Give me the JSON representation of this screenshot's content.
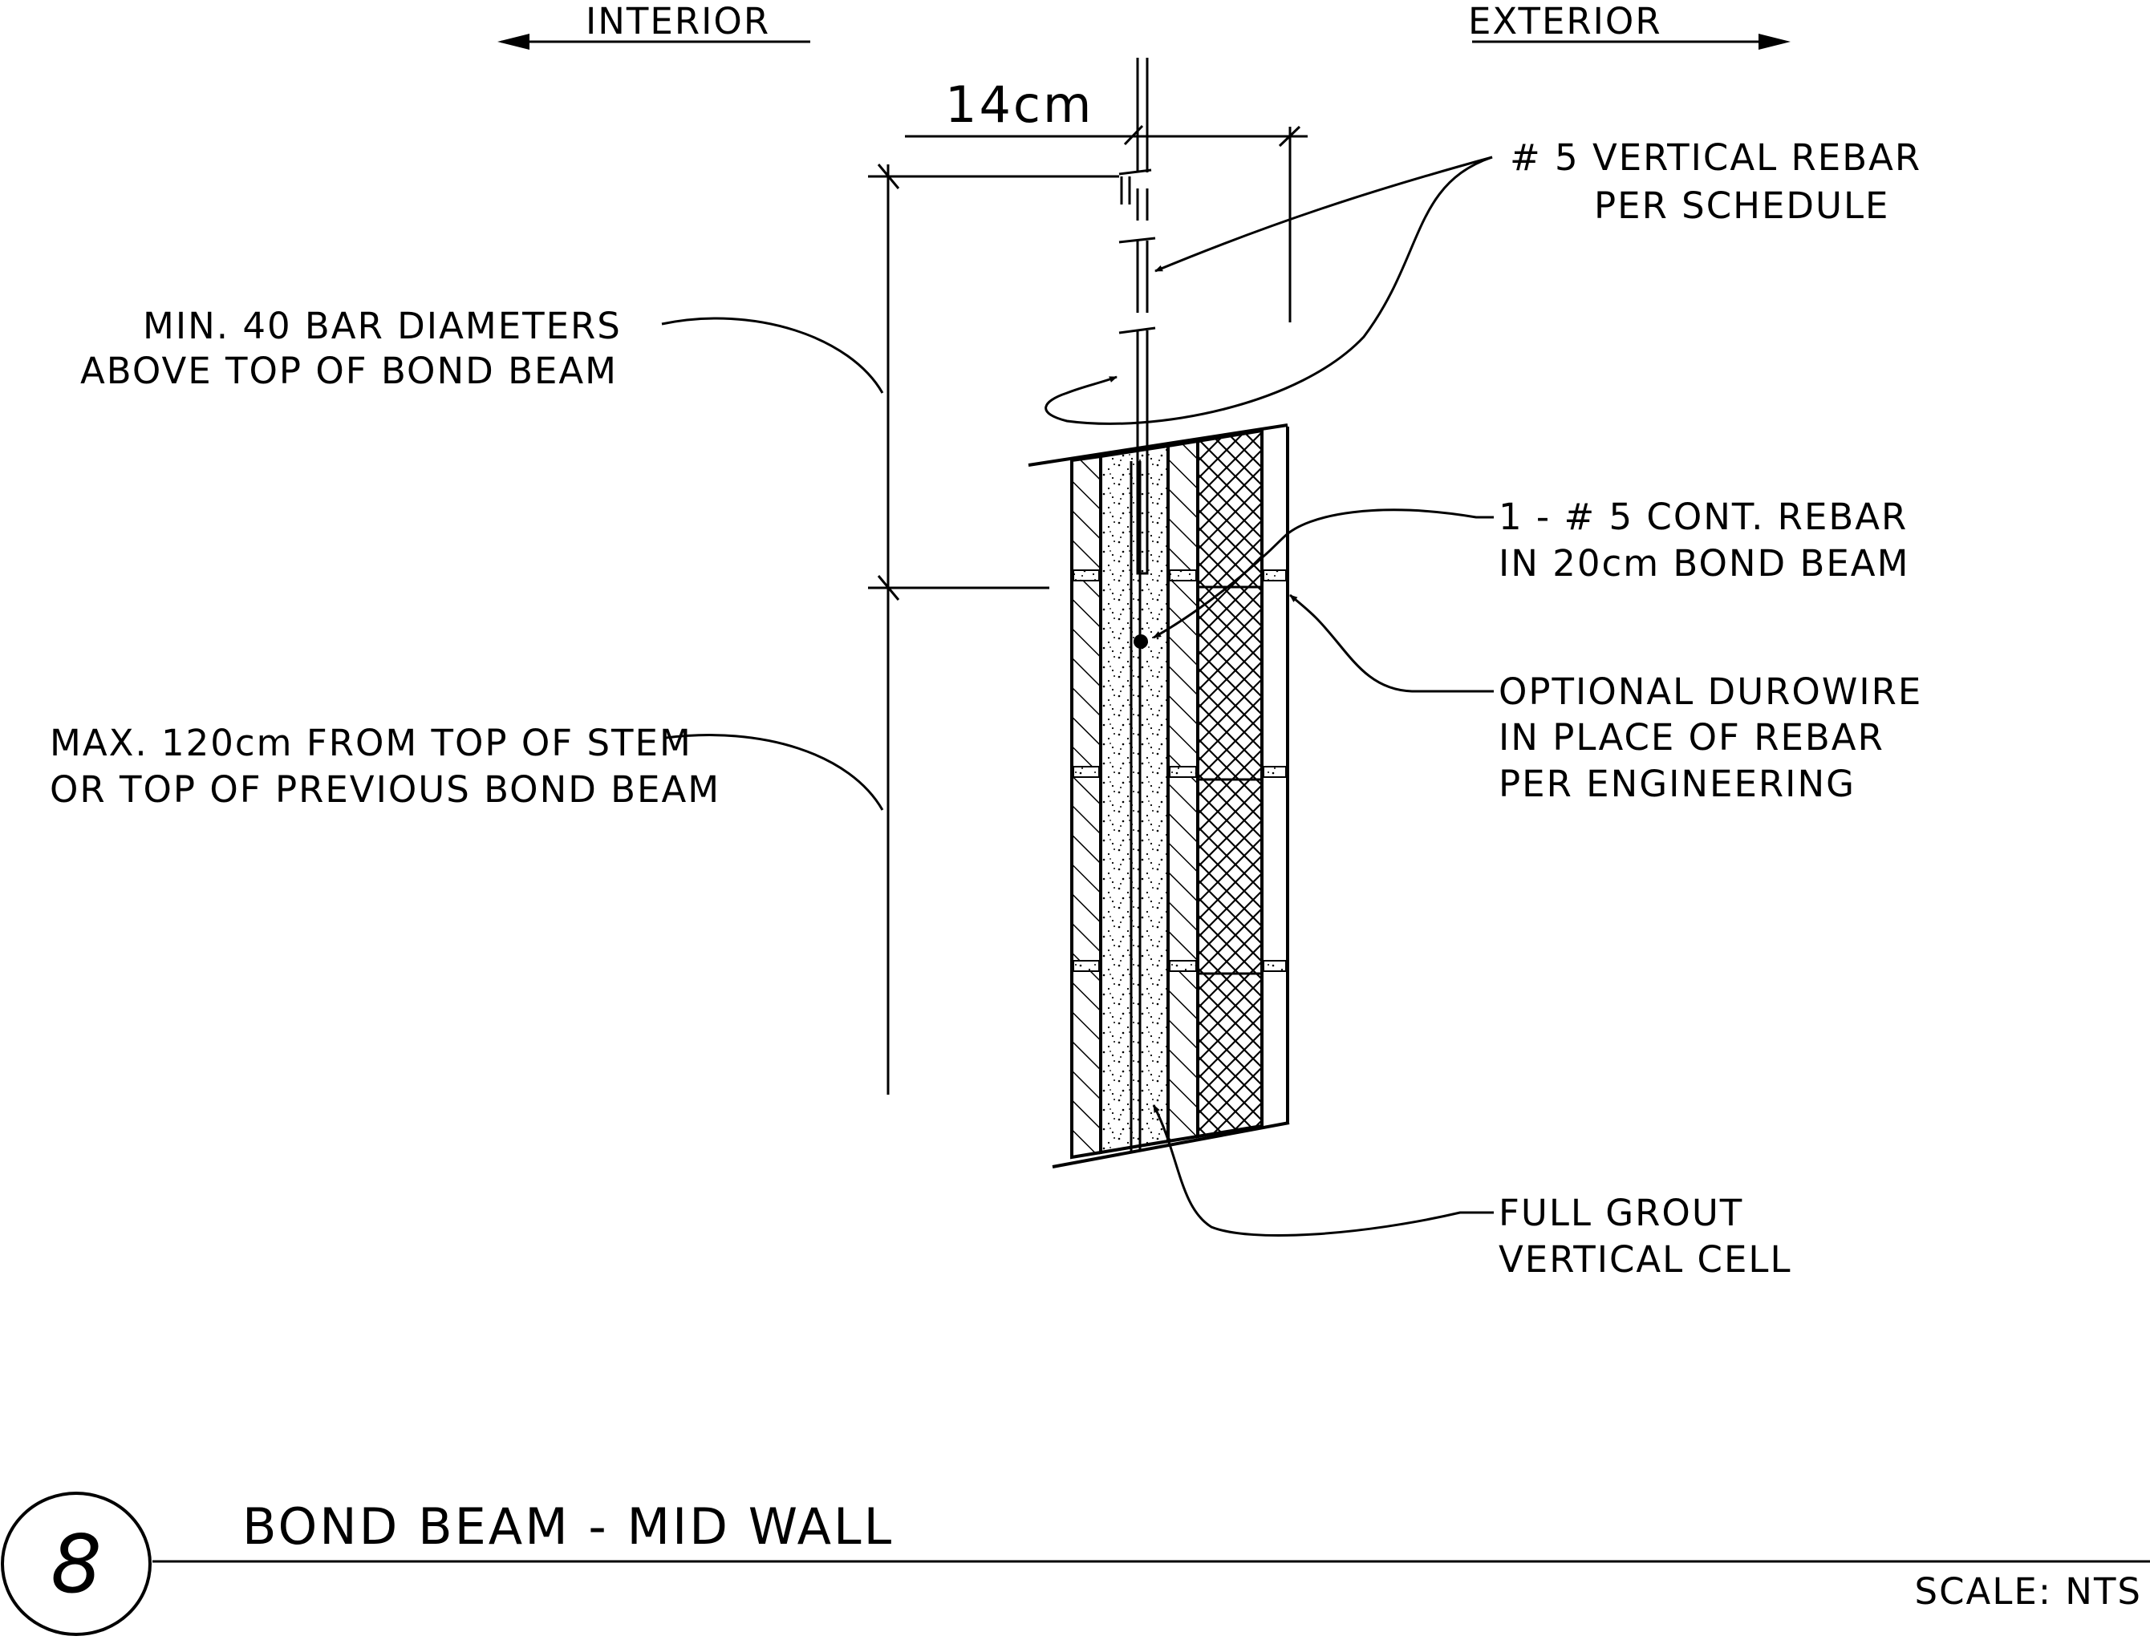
{
  "directions": {
    "interior": "INTERIOR",
    "exterior": "EXTERIOR"
  },
  "dimensions": {
    "width": "14cm"
  },
  "callouts": {
    "vertical_rebar": [
      "# 5  VERTICAL REBAR",
      "PER SCHEDULE"
    ],
    "min_bar": [
      "MIN. 40 BAR DIAMETERS",
      "ABOVE TOP OF BOND BEAM"
    ],
    "cont_rebar": [
      "1 - # 5  CONT. REBAR",
      "IN 20cm BOND BEAM"
    ],
    "durowire": [
      "OPTIONAL DUROWIRE",
      "IN PLACE OF REBAR",
      "PER ENGINEERING"
    ],
    "max_spacing": [
      "MAX. 120cm FROM TOP OF STEM",
      "OR TOP OF PREVIOUS BOND BEAM"
    ],
    "grout": [
      "FULL GROUT",
      "VERTICAL CELL"
    ]
  },
  "title_block": {
    "detail_number": "8",
    "title": "BOND BEAM - MID WALL",
    "scale": "SCALE: NTS"
  }
}
